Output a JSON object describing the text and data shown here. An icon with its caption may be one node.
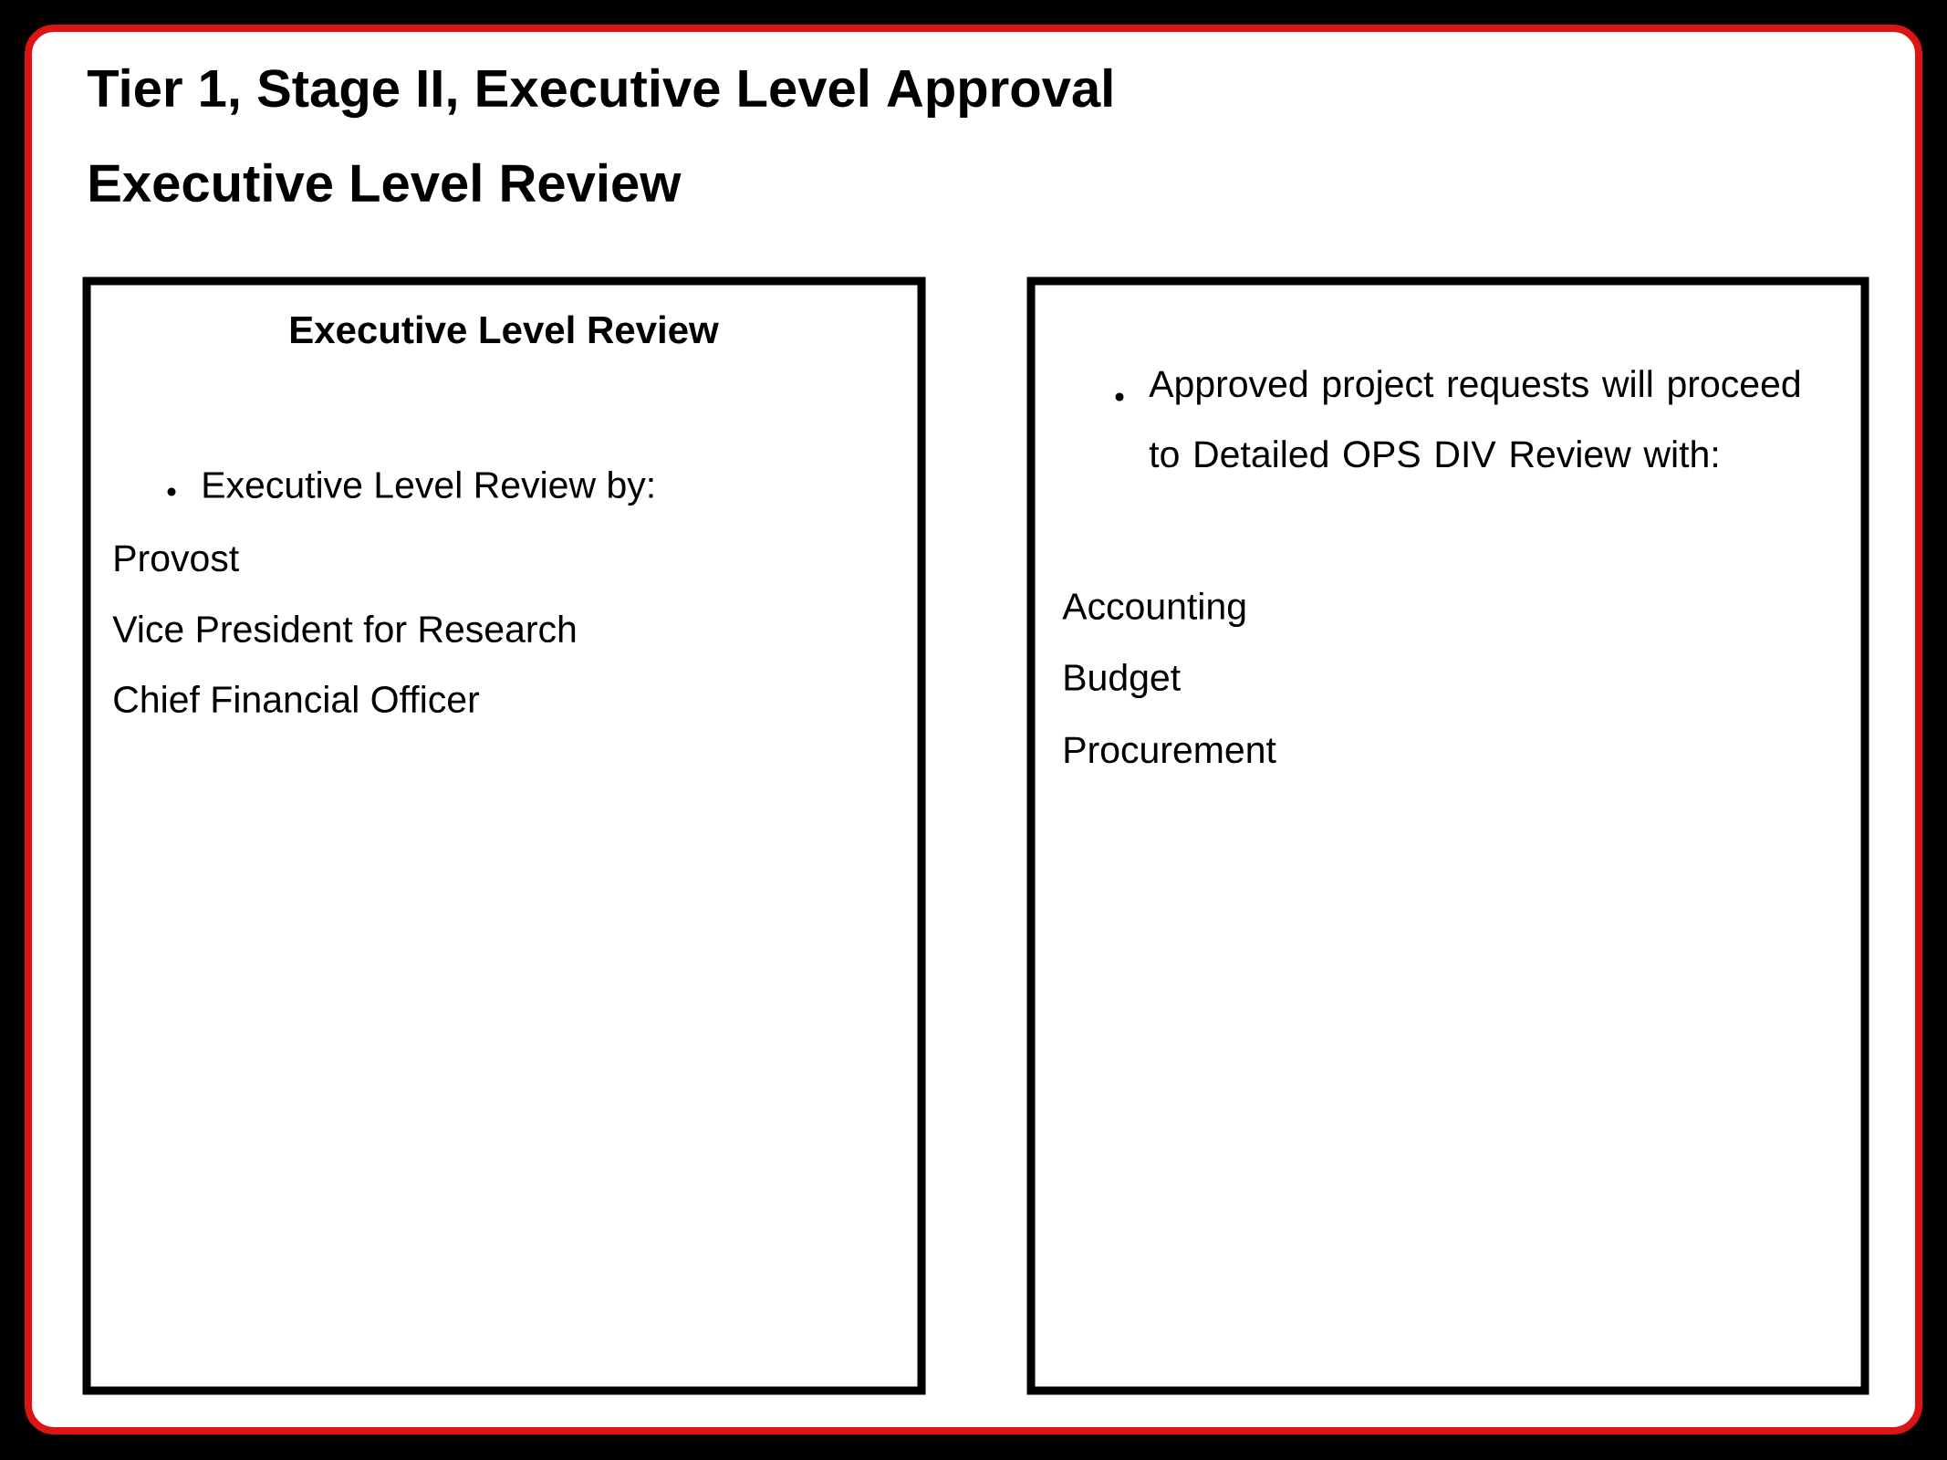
{
  "diagram": {
    "title": "Tier 1, Stage II, Executive Level Approval",
    "labels": [
      "Executive Level Review"
    ],
    "nodes": [
      {
        "text": [
          "Executive Level Review",
          "Executive Level Review by:",
          "Provost",
          "Vice President for Research",
          "Chief Financial Officer"
        ]
      },
      {
        "text": [
          "Approved project requests will proceed to Detailed OPS DIV Review with:",
          "Accounting",
          "Budget",
          "Procurement"
        ]
      }
    ]
  }
}
